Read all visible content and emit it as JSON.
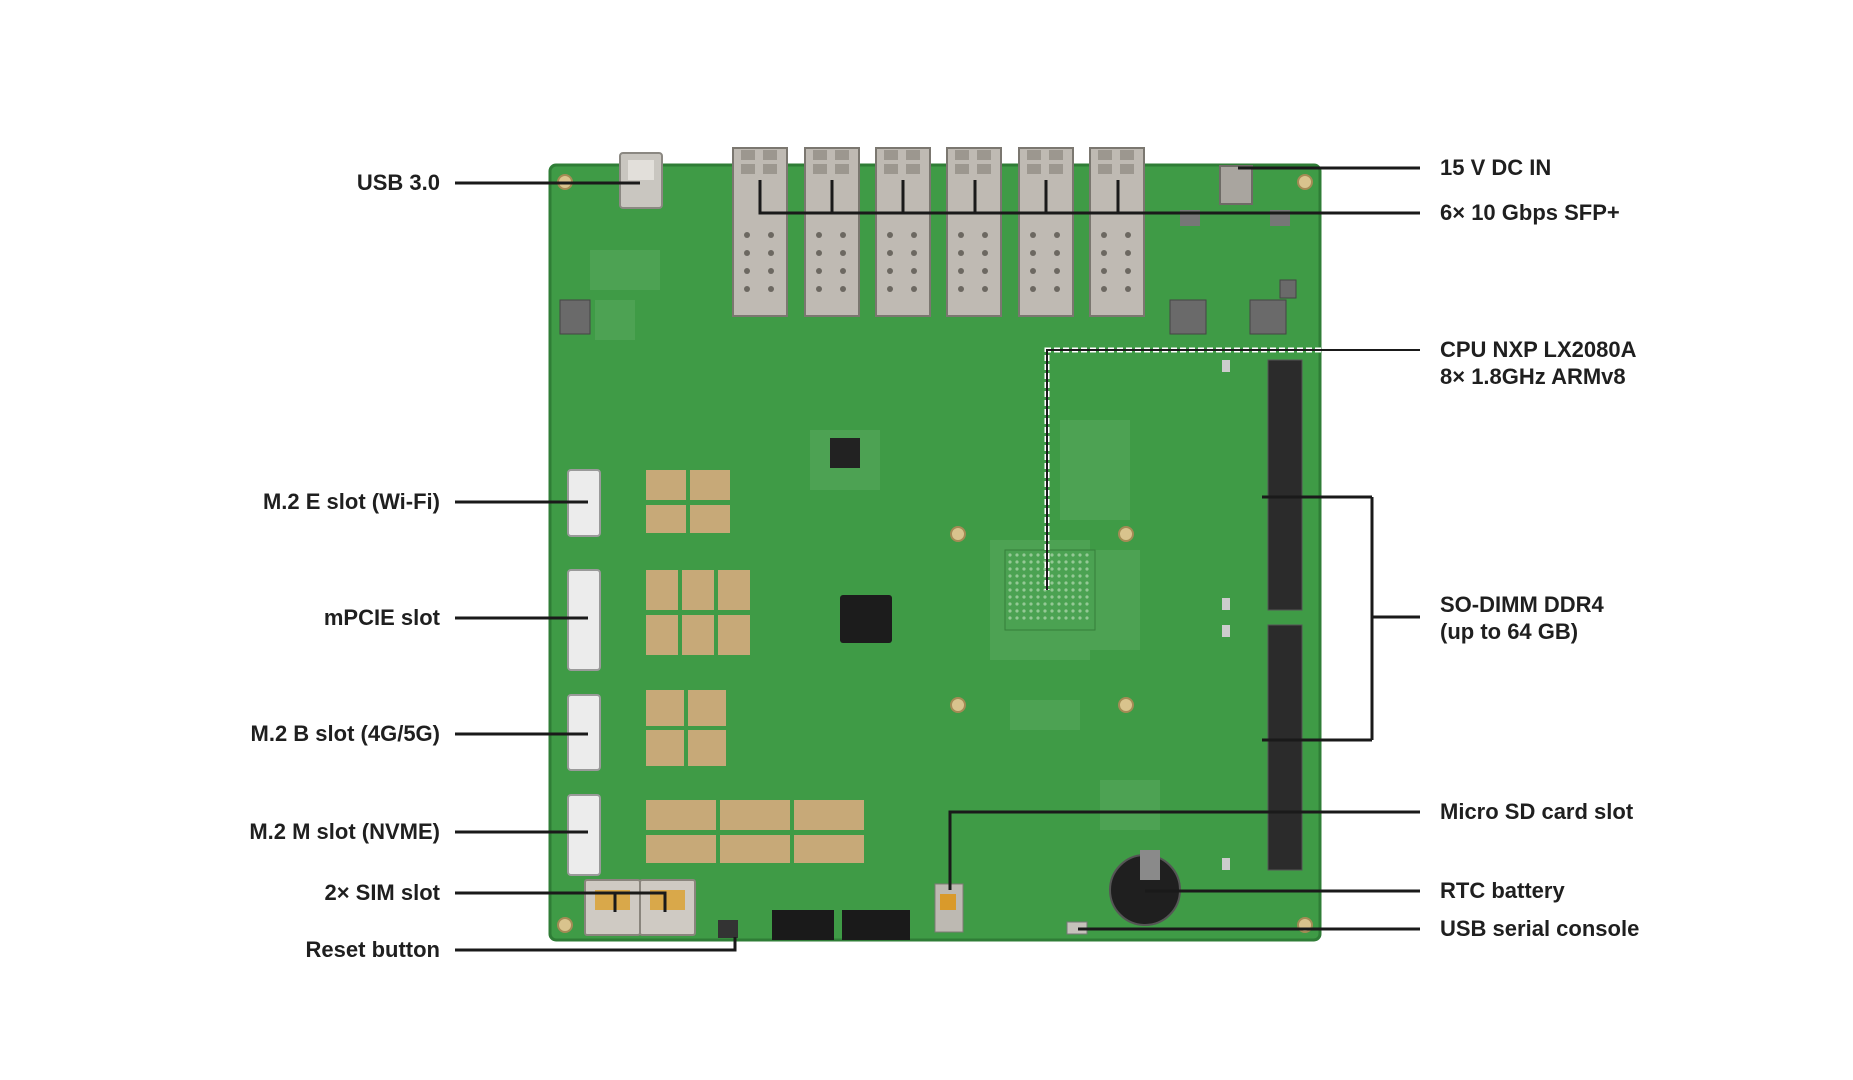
{
  "image": {
    "subject": "network-router-motherboard",
    "colors": {
      "background": "#ffffff",
      "pcb": "#3f9b46",
      "pcb_edge": "#2f7d36",
      "leader_line": "#1a1a1a",
      "gold_pad": "#c7a978",
      "metal": "#b7b3ad",
      "chip": "#1c1c1c"
    }
  },
  "callouts": {
    "left": [
      {
        "id": "usb30",
        "label": "USB 3.0"
      },
      {
        "id": "m2e",
        "label": "M.2 E slot (Wi-Fi)"
      },
      {
        "id": "mpcie",
        "label": "mPCIE slot"
      },
      {
        "id": "m2b",
        "label": "M.2 B slot (4G/5G)"
      },
      {
        "id": "m2m",
        "label": "M.2 M slot (NVME)"
      },
      {
        "id": "sim",
        "label": "2× SIM slot"
      },
      {
        "id": "reset",
        "label": "Reset button"
      }
    ],
    "right": [
      {
        "id": "dcin",
        "label": "15 V DC IN"
      },
      {
        "id": "sfp",
        "label": "6× 10 Gbps SFP+"
      },
      {
        "id": "cpu",
        "label": "CPU NXP LX2080A",
        "label2": "8× 1.8GHz ARMv8"
      },
      {
        "id": "dimm",
        "label": "SO-DIMM DDR4",
        "label2": "(up to 64 GB)"
      },
      {
        "id": "microsd",
        "label": "Micro SD card slot"
      },
      {
        "id": "rtc",
        "label": "RTC battery"
      },
      {
        "id": "usbserial",
        "label": "USB serial console"
      }
    ]
  }
}
